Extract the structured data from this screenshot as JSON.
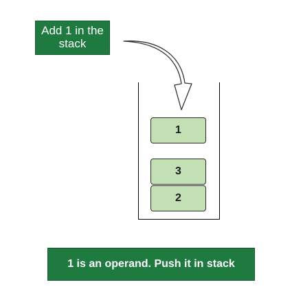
{
  "label": {
    "line1": "Add 1 in the",
    "line2": "stack"
  },
  "stack": {
    "incoming": "1",
    "items": [
      "3",
      "2"
    ]
  },
  "caption": "1 is an operand. Push it in stack",
  "colors": {
    "label_bg": "#1f7a3f",
    "cell_fill": "#c3e0b4",
    "cell_border": "#2b2b2b"
  },
  "icons": {
    "arrow": "curved-down-arrow-icon"
  }
}
